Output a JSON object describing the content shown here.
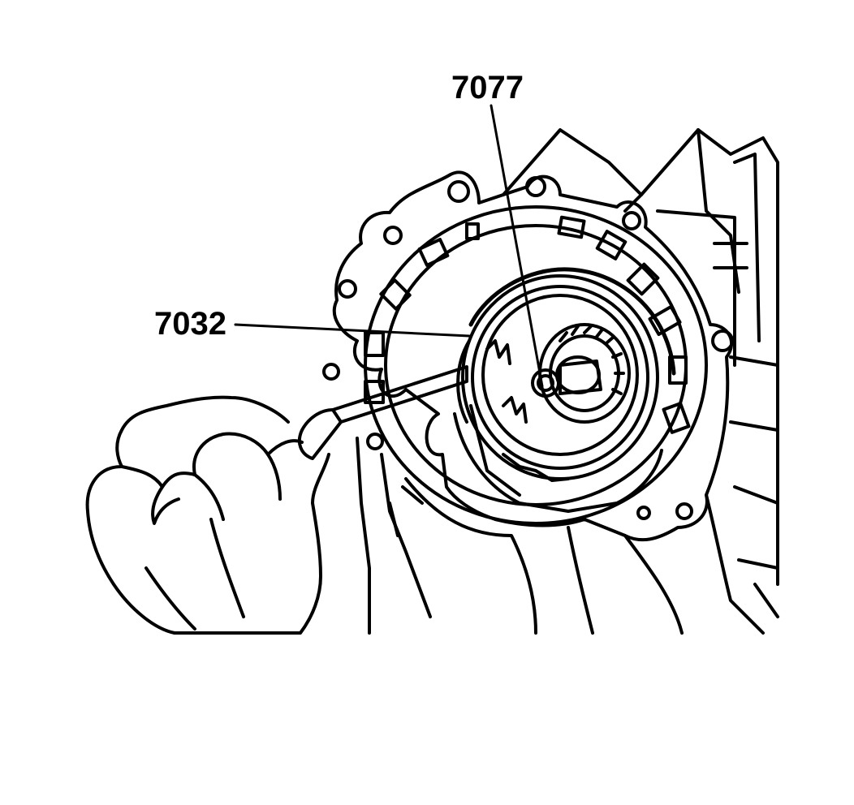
{
  "callouts": [
    {
      "id": "c1",
      "label": "7077",
      "target": "output-shaft"
    },
    {
      "id": "c2",
      "label": "7032",
      "target": "snap-ring"
    }
  ],
  "colors": {
    "ink": "#000000",
    "paper": "#ffffff"
  },
  "icons": [
    "hand-holding-screwdriver-icon",
    "transmission-case-icon"
  ]
}
